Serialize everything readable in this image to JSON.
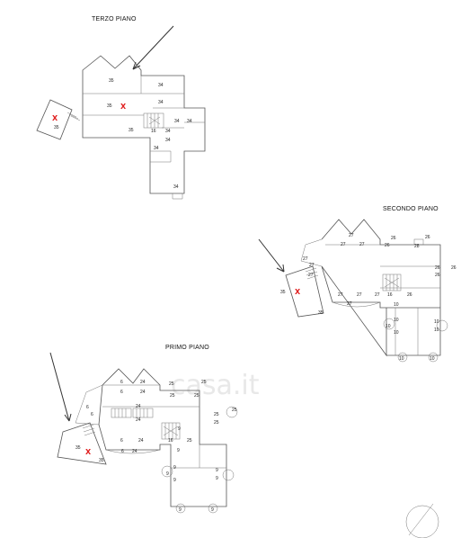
{
  "floors": {
    "terzo": {
      "title": "TERZO PIANO",
      "labels": [
        "35",
        "34",
        "35",
        "34",
        "35",
        "34",
        "34",
        "16",
        "34",
        "34",
        "34",
        "34",
        "35"
      ]
    },
    "secondo": {
      "title": "SECONDO PIANO",
      "labels": [
        "27",
        "27",
        "27",
        "26",
        "26",
        "26",
        "28",
        "26",
        "26",
        "26",
        "27",
        "27",
        "27",
        "35",
        "27",
        "27",
        "27",
        "27",
        "16",
        "26",
        "10",
        "10",
        "10",
        "10",
        "10",
        "10",
        "35",
        "10",
        "10"
      ]
    },
    "primo": {
      "title": "PRIMO PIANO",
      "labels": [
        "6",
        "24",
        "24",
        "25",
        "25",
        "25",
        "6",
        "25",
        "6",
        "24",
        "25",
        "25",
        "25",
        "6",
        "24",
        "9",
        "16",
        "25",
        "6",
        "24",
        "9",
        "35",
        "6",
        "24",
        "35",
        "9",
        "9",
        "9",
        "9",
        "9",
        "9",
        "9"
      ]
    }
  },
  "watermark": "casa.it",
  "marker_symbol": "X",
  "colors": {
    "marker": "#e02020",
    "lines": "#555555"
  }
}
